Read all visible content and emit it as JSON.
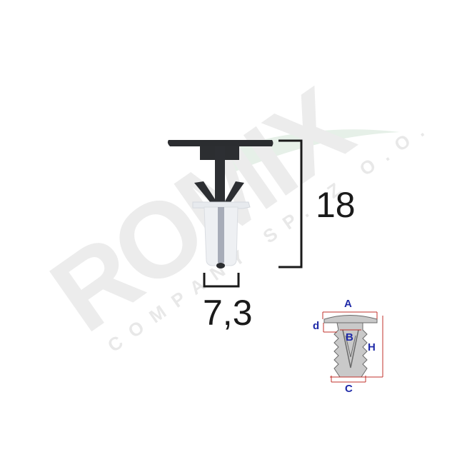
{
  "product": {
    "type": "plastic trim clip / rivet fastener",
    "dimensions": {
      "height": "18",
      "diameter": "7,3"
    }
  },
  "watermark": {
    "brand": "ROMIX",
    "subtitle": "COMPANY SP. Z O.O."
  },
  "schematic": {
    "labels": {
      "a": "A",
      "b": "B",
      "c": "C",
      "d": "d",
      "h": "H"
    },
    "colors": {
      "label": "#1f2aa8",
      "dimension_line": "#c0312b",
      "part_fill": "#c9c9c9",
      "part_stroke": "#6a6a6a"
    }
  },
  "colors": {
    "background": "#ffffff",
    "clip_head": "#2b2d30",
    "clip_sleeve": "#e9ecf0",
    "dimension_bracket": "#1a1a1a",
    "watermark_gray": "#ececec",
    "watermark_green": "#e4efe6"
  }
}
